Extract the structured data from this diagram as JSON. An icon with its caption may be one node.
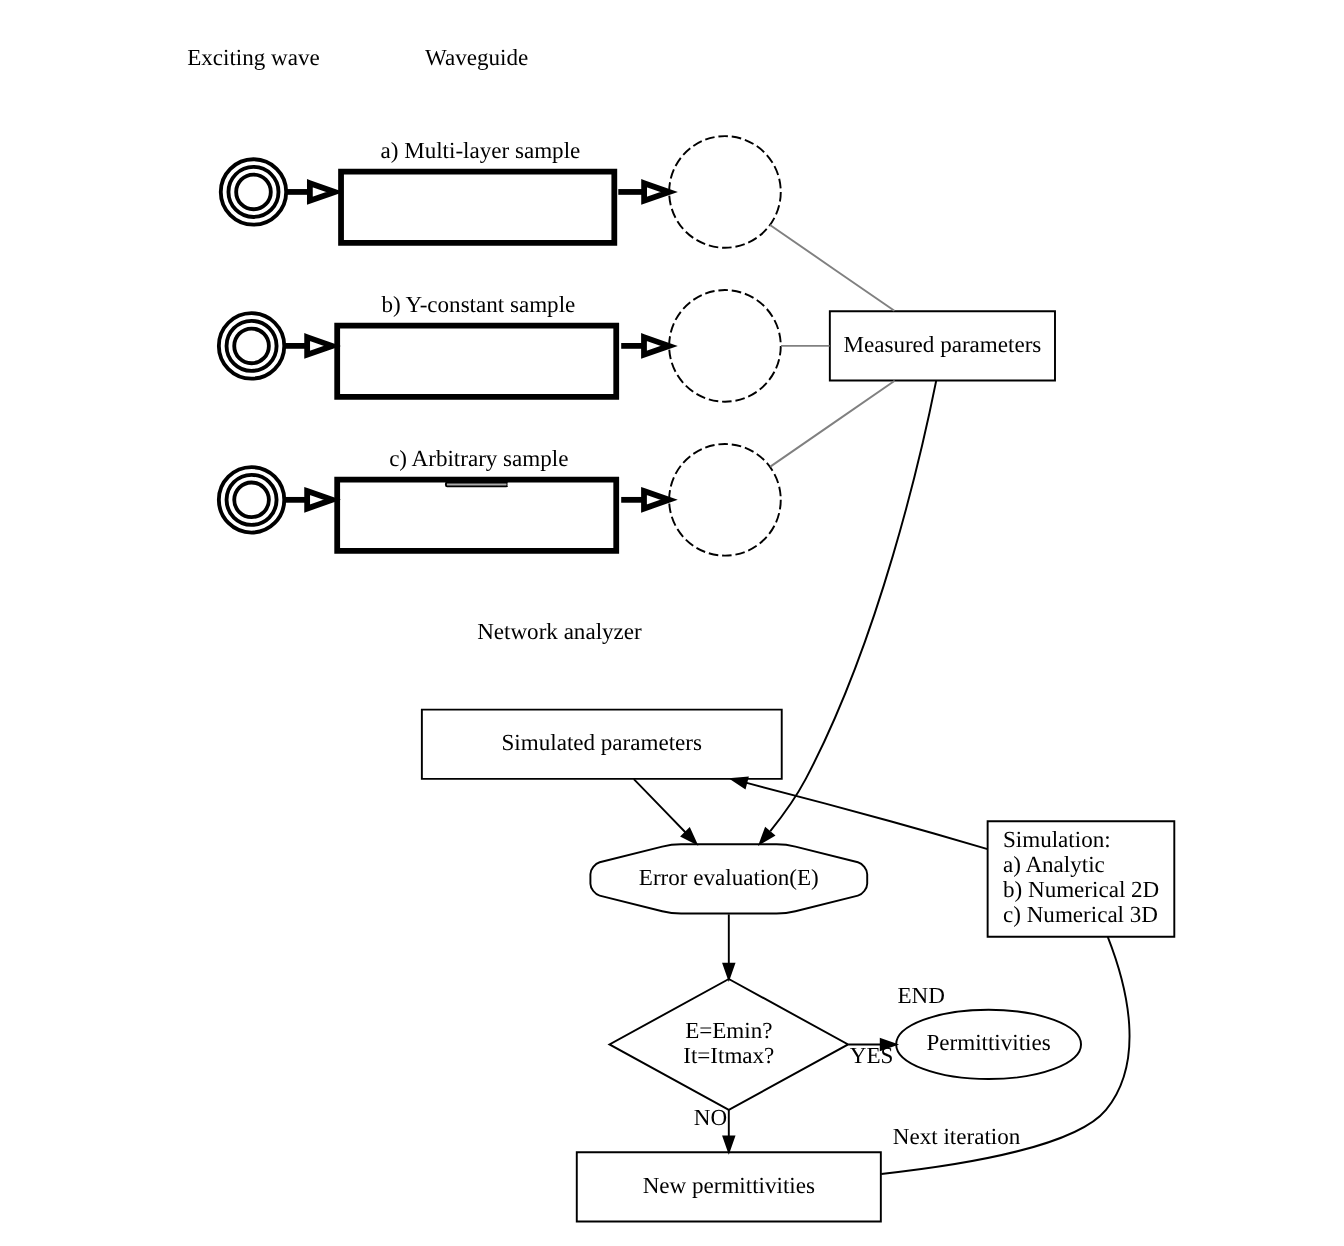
{
  "diagram": {
    "nodes": [
      {
        "text": [],
        "shape": "picture"
      },
      {
        "text": [
          "a) Multi-layer sample"
        ]
      },
      {
        "text": [],
        "shape": "circle"
      },
      {
        "text": [],
        "shape": "picture"
      },
      {
        "text": [
          "b) Y-constant sample"
        ]
      },
      {
        "text": [],
        "shape": "circle"
      },
      {
        "text": [],
        "shape": "picture"
      },
      {
        "text": [
          "c) Arbitrary sample"
        ]
      },
      {
        "text": [],
        "shape": "circle"
      },
      {
        "text": [
          "Measured parameters"
        ]
      },
      {
        "text": [
          "Simulated parameters"
        ]
      },
      {
        "text": [
          "Simulation:",
          "a) Analytic",
          "b) Numerical 2D",
          "c) Numerical 3D"
        ]
      },
      {
        "text": [
          "Error evaluation(E)"
        ]
      },
      {
        "text": [
          "E=Emin?",
          "It=Itmax?"
        ]
      },
      {
        "text": [
          "Permittivities"
        ],
        "beside": [
          "END"
        ]
      },
      {
        "text": [
          "New permittivities"
        ]
      }
    ],
    "edges": [
      {
        "from": 0,
        "to": 1,
        "arrow": "to",
        "style": "thick"
      },
      {
        "from": 1,
        "to": 2,
        "arrow": "to",
        "style": "thick"
      },
      {
        "from": 3,
        "to": 4,
        "arrow": "to",
        "style": "thick"
      },
      {
        "from": 4,
        "to": 5,
        "arrow": "to",
        "style": "thick"
      },
      {
        "from": 6,
        "to": 7,
        "arrow": "to",
        "style": "thick"
      },
      {
        "from": 7,
        "to": 8,
        "arrow": "to",
        "style": "thick"
      },
      {
        "from": 2,
        "to": 9,
        "arrow": "none",
        "color": "#808080"
      },
      {
        "from": 5,
        "to": 9,
        "arrow": "none",
        "color": "#808080"
      },
      {
        "from": 8,
        "to": 9,
        "arrow": "none",
        "color": "#808080"
      },
      {
        "from": 9,
        "to": 12,
        "arrow": "to"
      },
      {
        "from": 11,
        "to": 10,
        "arrow": "to"
      },
      {
        "from": 10,
        "to": 12,
        "arrow": "to"
      },
      {
        "from": 12,
        "to": 13,
        "arrow": "to"
      },
      {
        "from": 13,
        "to": 14,
        "arrow": "to",
        "label": "YES"
      },
      {
        "from": 13,
        "to": 15,
        "arrow": "to",
        "label": "NO"
      },
      {
        "from": 15,
        "to": 11,
        "arrow": "none",
        "label": "Next iteration"
      }
    ],
    "labels": [
      "Exciting wave",
      "Waveguide",
      "Network analyzer"
    ]
  }
}
